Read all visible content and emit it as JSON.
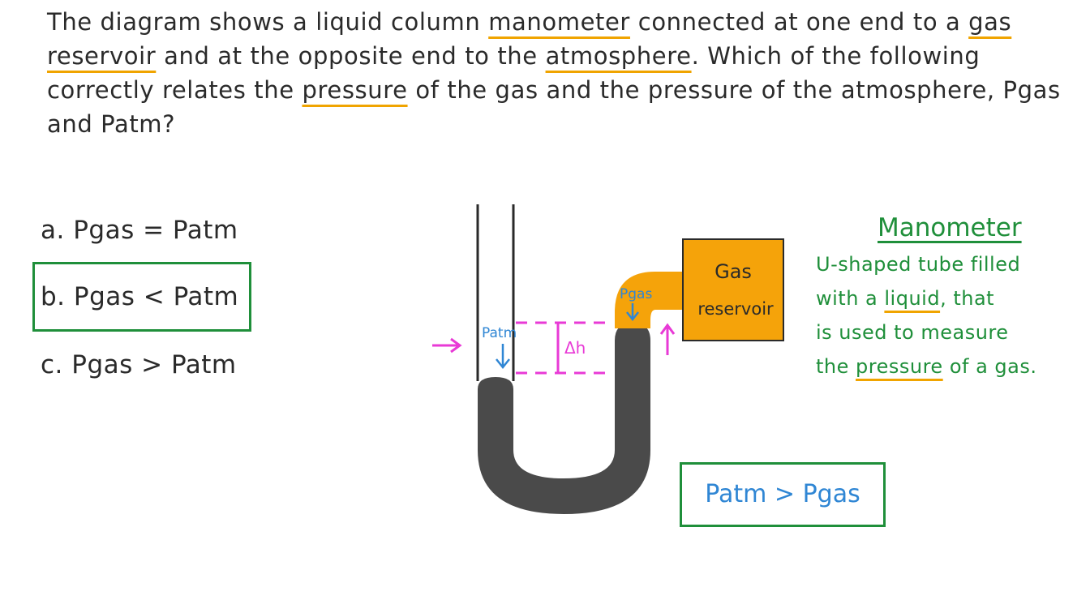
{
  "question": {
    "p1": "The diagram shows a liquid column ",
    "k1": "manometer",
    "p2": " connected at one end to a ",
    "k2": "gas reservoir",
    "p3": " and at the opposite end to the ",
    "k3": "atmosphere",
    "p4": ". Which of the following correctly relates the ",
    "k4": "pressure",
    "p5": " of the gas and the pressure of the atmosphere, Pgas and Patm?"
  },
  "options": [
    {
      "label": "a. Pgas = Patm"
    },
    {
      "label": "b. Pgas < Patm"
    },
    {
      "label": "c. Pgas > Patm"
    }
  ],
  "diagram": {
    "reservoir_line1": "Gas",
    "reservoir_line2": "reservoir",
    "patm_label": "Patm",
    "pgas_label": "Pgas",
    "dh_label": "Δh"
  },
  "definition": {
    "title": "Manometer",
    "line1": "U-shaped tube filled",
    "line2_pre": "with a ",
    "line2_key": "liquid",
    "line2_post": ", that",
    "line3": "is used to measure",
    "line4_pre": "the ",
    "line4_key": "pressure",
    "line4_post": " of a gas."
  },
  "answer": "Patm > Pgas",
  "colors": {
    "ink": "#2a2a2a",
    "highlight": "#f0a400",
    "green": "#1f8f3a",
    "blue": "#2f86d4",
    "magenta": "#e83ad6",
    "liquid": "#4a4a4a",
    "gas": "#f5a30a"
  }
}
